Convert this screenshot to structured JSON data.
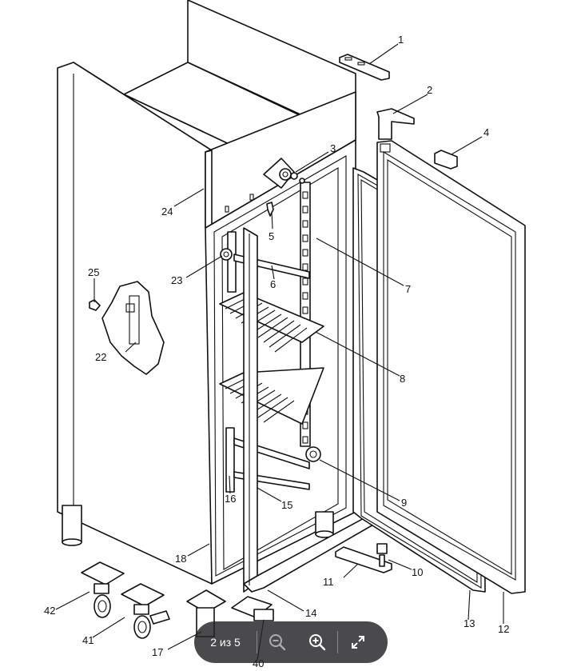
{
  "labels": [
    "1",
    "2",
    "3",
    "4",
    "5",
    "6",
    "7",
    "8",
    "9",
    "10",
    "11",
    "12",
    "13",
    "14",
    "15",
    "16",
    "17",
    "18",
    "22",
    "23",
    "24",
    "25",
    "40",
    "41",
    "42"
  ],
  "viewer": {
    "page_counter": "2 из 5",
    "zoom_out_icon": "zoom-out-icon",
    "zoom_in_icon": "zoom-in-icon",
    "fullscreen_icon": "fullscreen-expand-icon"
  }
}
